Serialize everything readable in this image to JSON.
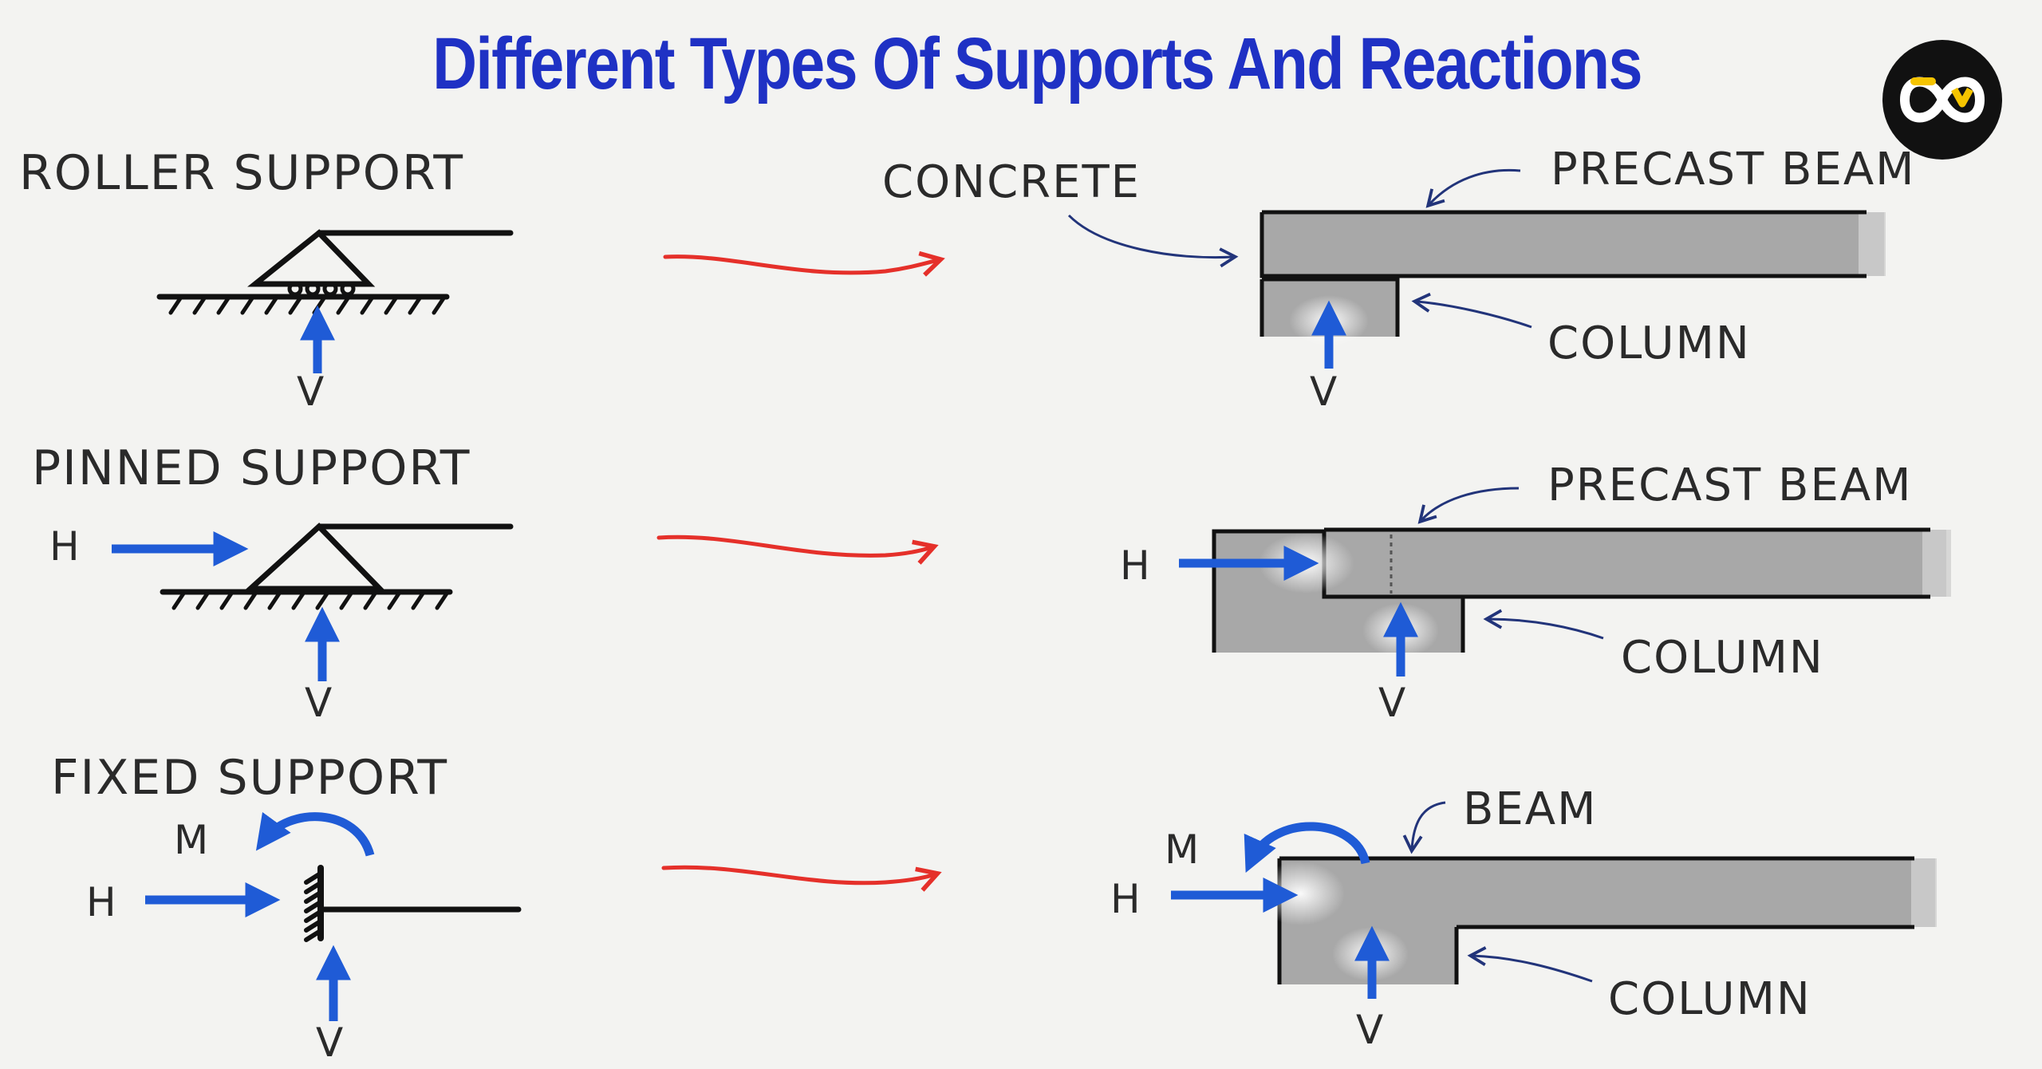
{
  "title": "Different Types Of Supports And Reactions",
  "colors": {
    "title": "#1f31c4",
    "force_arrow": "#1f5bd6",
    "transition_arrow": "#e5302a",
    "annotation_arrow": "#22347a",
    "concrete": "#a8a8a8",
    "logo_accent": "#f5c400"
  },
  "logo": {
    "icon": "infinity-logo-icon"
  },
  "sections": [
    {
      "id": "roller",
      "heading": "ROLLER SUPPORT",
      "forces": {
        "v": "V"
      },
      "annotations": {
        "concrete": "CONCRETE",
        "beam": "PRECAST BEAM",
        "column": "COLUMN"
      },
      "detail_forces": {
        "v": "V"
      }
    },
    {
      "id": "pinned",
      "heading": "PINNED SUPPORT",
      "forces": {
        "h": "H",
        "v": "V"
      },
      "annotations": {
        "beam": "PRECAST BEAM",
        "column": "COLUMN"
      },
      "detail_forces": {
        "h": "H",
        "v": "V"
      }
    },
    {
      "id": "fixed",
      "heading": "FIXED SUPPORT",
      "forces": {
        "m": "M",
        "h": "H",
        "v": "V"
      },
      "annotations": {
        "beam": "BEAM",
        "column": "COLUMN"
      },
      "detail_forces": {
        "m": "M",
        "h": "H",
        "v": "V"
      }
    }
  ]
}
